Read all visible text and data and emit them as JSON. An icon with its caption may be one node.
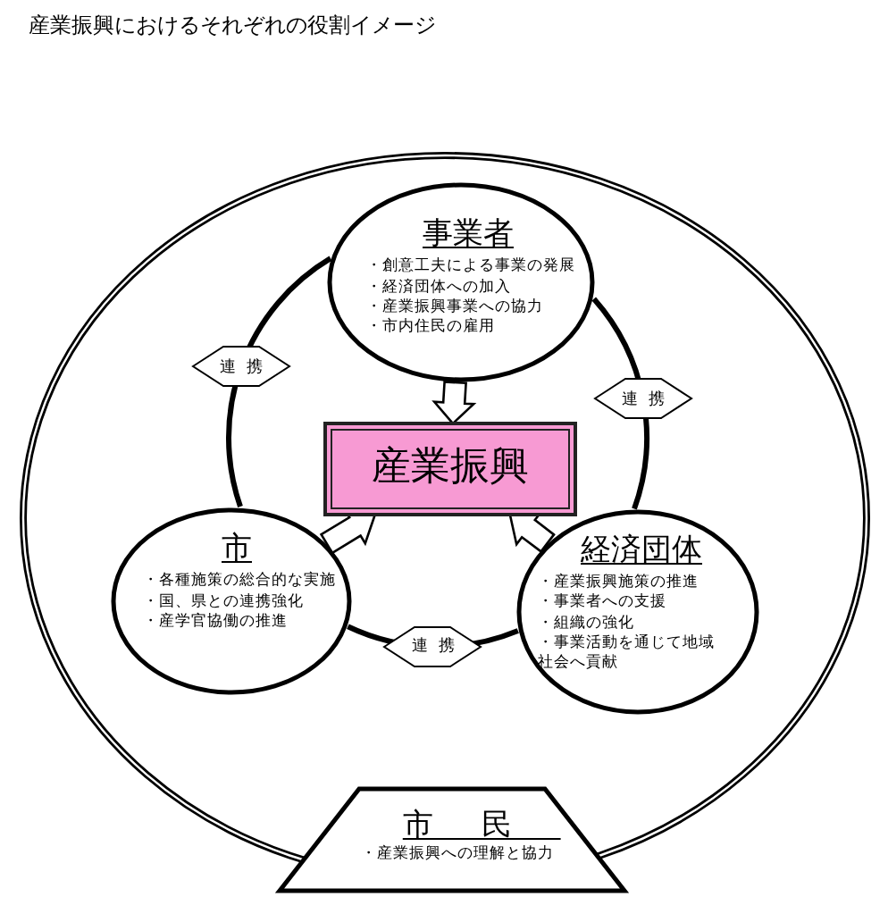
{
  "diagram": {
    "title": "産業振興におけるそれぞれの役割イメージ",
    "nodes": [
      {
        "text": [],
        "shape": "circle"
      },
      {
        "text": [
          "事業者",
          "・創意工夫による事業の発展",
          "・経済団体への加入",
          "・産業振興事業への協力",
          "・市内住民の雇用"
        ],
        "in": 0
      },
      {
        "text": [
          "産業振興"
        ],
        "in": 0
      },
      {
        "text": [
          "市",
          "・各種施策の総合的な実施",
          "・国、県との連携強化",
          "・産学官協働の推進"
        ],
        "in": 0
      },
      {
        "text": [
          "経済団体",
          "・産業振興施策の推進",
          "・事業者への支援",
          "・組織の強化",
          "・事業活動を通じて地域社会へ貢献"
        ],
        "in": 0
      },
      {
        "text": [
          "市民",
          "・産業振興への理解と協力"
        ]
      }
    ],
    "edges": [
      {
        "from": 1,
        "to": 2,
        "arrow": "to"
      },
      {
        "from": 3,
        "to": 2,
        "arrow": "to"
      },
      {
        "from": 4,
        "to": 2,
        "arrow": "to"
      },
      {
        "from": 1,
        "to": 3,
        "arrow": "none",
        "label": "連携"
      },
      {
        "from": 1,
        "to": 4,
        "arrow": "none",
        "label": "連携"
      },
      {
        "from": 3,
        "to": 4,
        "arrow": "none",
        "label": "連携"
      }
    ]
  }
}
